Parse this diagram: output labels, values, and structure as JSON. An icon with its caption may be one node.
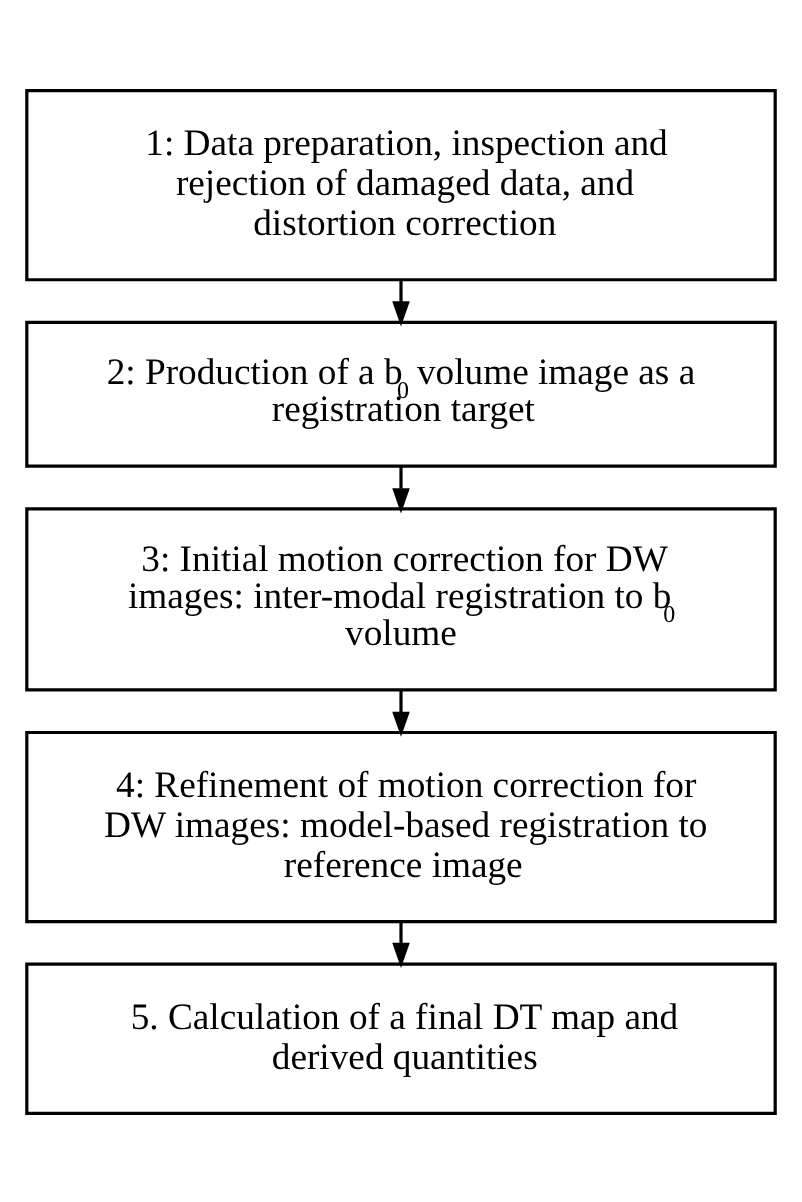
{
  "diagram": {
    "nodes": [
      {
        "text": [
          "1: Data preparation, inspection and rejection of damaged data, and distortion correction"
        ]
      },
      {
        "text": [
          "2: Production of a b$_{0}$ volume image as a registration target"
        ]
      },
      {
        "text": [
          "3: Initial motion correction for DW images: inter-modal registration to b$_{0}$ volume"
        ]
      },
      {
        "text": [
          "4: Refinement of motion correction for DW images: model-based registration to reference image"
        ]
      },
      {
        "text": [
          "5. Calculation of a final DT map and derived quantities"
        ]
      }
    ],
    "edges": [
      {
        "from": 0,
        "to": 1,
        "arrow": "to"
      },
      {
        "from": 1,
        "to": 2,
        "arrow": "to"
      },
      {
        "from": 2,
        "to": 3,
        "arrow": "to"
      },
      {
        "from": 3,
        "to": 4,
        "arrow": "to"
      }
    ]
  }
}
